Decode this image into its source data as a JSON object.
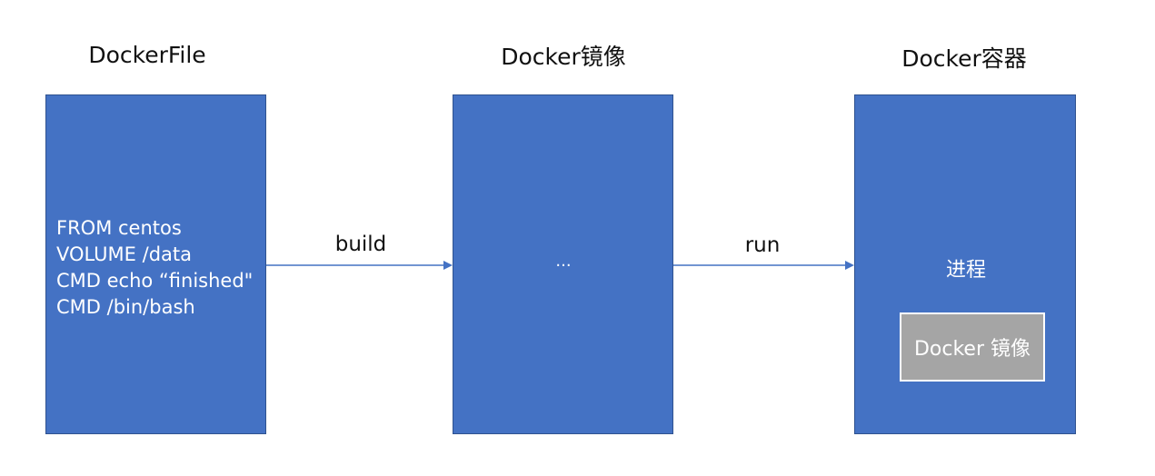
{
  "columns": [
    {
      "title": "DockerFile",
      "lines": [
        "FROM centos",
        "VOLUME /data",
        "CMD echo “finished\"",
        "CMD /bin/bash"
      ]
    },
    {
      "title": "Docker镜像",
      "content": "..."
    },
    {
      "title": "Docker容器",
      "content": "进程",
      "inner_box": "Docker 镜像"
    }
  ],
  "arrows": [
    {
      "label": "build"
    },
    {
      "label": "run"
    }
  ],
  "colors": {
    "block_fill": "#4472c4",
    "block_border": "#2f528f",
    "inner_box_fill": "#a5a5a5",
    "arrow": "#4472c4"
  }
}
